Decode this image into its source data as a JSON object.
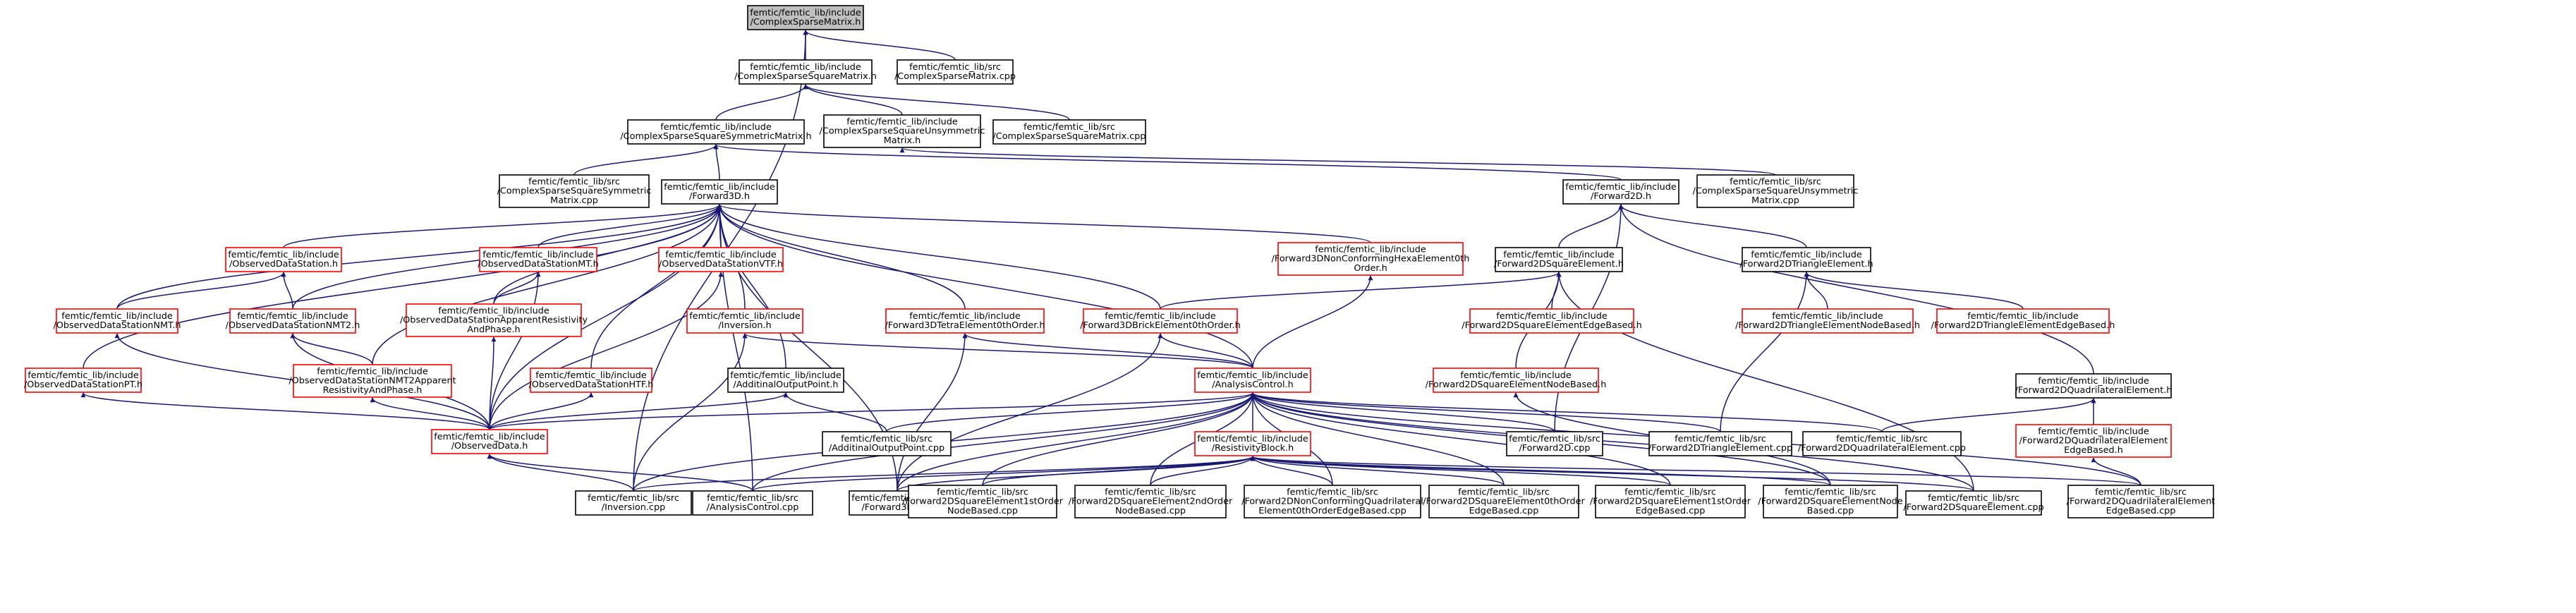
{
  "colors": {
    "edge": "#191970",
    "node_border_normal": "#000000",
    "node_border_truncated": "#ff0000",
    "node_fill": "#ffffff",
    "node_fill_focus": "#bfbfbf",
    "text": "#000000"
  },
  "nodes": [
    {
      "id": "csm_h",
      "lines": [
        "femtic/femtic_lib/include",
        "/ComplexSparseMatrix.h"
      ],
      "style": "focus"
    },
    {
      "id": "cssqm_h",
      "lines": [
        "femtic/femtic_lib/include",
        "/ComplexSparseSquareMatrix.h"
      ],
      "style": "normal"
    },
    {
      "id": "csm_cpp",
      "lines": [
        "femtic/femtic_lib/src",
        "/ComplexSparseMatrix.cpp"
      ],
      "style": "normal"
    },
    {
      "id": "csssym_h",
      "lines": [
        "femtic/femtic_lib/include",
        "/ComplexSparseSquareSymmetricMatrix.h"
      ],
      "style": "normal"
    },
    {
      "id": "cssunsym_h",
      "lines": [
        "femtic/femtic_lib/include",
        "/ComplexSparseSquareUnsymmetric",
        "Matrix.h"
      ],
      "style": "normal"
    },
    {
      "id": "cssqm_cpp",
      "lines": [
        "femtic/femtic_lib/src",
        "/ComplexSparseSquareMatrix.cpp"
      ],
      "style": "normal"
    },
    {
      "id": "csssym_cpp",
      "lines": [
        "femtic/femtic_lib/src",
        "/ComplexSparseSquareSymmetric",
        "Matrix.cpp"
      ],
      "style": "normal"
    },
    {
      "id": "fwd3d_h",
      "lines": [
        "femtic/femtic_lib/include",
        "/Forward3D.h"
      ],
      "style": "normal"
    },
    {
      "id": "fwd2d_h",
      "lines": [
        "femtic/femtic_lib/include",
        "/Forward2D.h"
      ],
      "style": "normal"
    },
    {
      "id": "cssunsym_cpp",
      "lines": [
        "femtic/femtic_lib/src",
        "/ComplexSparseSquareUnsymmetric",
        "Matrix.cpp"
      ],
      "style": "normal"
    },
    {
      "id": "ods_h",
      "lines": [
        "femtic/femtic_lib/include",
        "/ObservedDataStation.h"
      ],
      "style": "truncated"
    },
    {
      "id": "odsmt_h",
      "lines": [
        "femtic/femtic_lib/include",
        "/ObservedDataStationMT.h"
      ],
      "style": "truncated"
    },
    {
      "id": "odsvtf_h",
      "lines": [
        "femtic/femtic_lib/include",
        "/ObservedDataStationVTF.h"
      ],
      "style": "truncated"
    },
    {
      "id": "fwd3dhex_h",
      "lines": [
        "femtic/femtic_lib/include",
        "/Forward3DNonConformingHexaElement0th",
        "Order.h"
      ],
      "style": "truncated"
    },
    {
      "id": "fwd2dsq_h",
      "lines": [
        "femtic/femtic_lib/include",
        "/Forward2DSquareElement.h"
      ],
      "style": "normal"
    },
    {
      "id": "fwd2dtri_h",
      "lines": [
        "femtic/femtic_lib/include",
        "/Forward2DTriangleElement.h"
      ],
      "style": "normal"
    },
    {
      "id": "odsnmt_h",
      "lines": [
        "femtic/femtic_lib/include",
        "/ObservedDataStationNMT.h"
      ],
      "style": "truncated"
    },
    {
      "id": "odsnmt2_h",
      "lines": [
        "femtic/femtic_lib/include",
        "/ObservedDataStationNMT2.h"
      ],
      "style": "truncated"
    },
    {
      "id": "odsapp_h",
      "lines": [
        "femtic/femtic_lib/include",
        "/ObservedDataStationApparentResistivity",
        "AndPhase.h"
      ],
      "style": "truncated"
    },
    {
      "id": "inversion_h",
      "lines": [
        "femtic/femtic_lib/include",
        "/Inversion.h"
      ],
      "style": "truncated"
    },
    {
      "id": "fwd3dtetra_h",
      "lines": [
        "femtic/femtic_lib/include",
        "/Forward3DTetraElement0thOrder.h"
      ],
      "style": "truncated"
    },
    {
      "id": "fwd3dbrick_h",
      "lines": [
        "femtic/femtic_lib/include",
        "/Forward3DBrickElement0thOrder.h"
      ],
      "style": "truncated"
    },
    {
      "id": "fwd2dsqedge_h",
      "lines": [
        "femtic/femtic_lib/include",
        "/Forward2DSquareElementEdgeBased.h"
      ],
      "style": "truncated"
    },
    {
      "id": "fwd2dtrinode_h",
      "lines": [
        "femtic/femtic_lib/include",
        "/Forward2DTriangleElementNodeBased.h"
      ],
      "style": "truncated"
    },
    {
      "id": "fwd2dtriedge_h",
      "lines": [
        "femtic/femtic_lib/include",
        "/Forward2DTriangleElementEdgeBased.h"
      ],
      "style": "truncated"
    },
    {
      "id": "odspt_h",
      "lines": [
        "femtic/femtic_lib/include",
        "/ObservedDataStationPT.h"
      ],
      "style": "truncated"
    },
    {
      "id": "odsnmt2app_h",
      "lines": [
        "femtic/femtic_lib/include",
        "/ObservedDataStationNMT2Apparent",
        "ResistivityAndPhase.h"
      ],
      "style": "truncated"
    },
    {
      "id": "odshtf_h",
      "lines": [
        "femtic/femtic_lib/include",
        "/ObservedDataStationHTF.h"
      ],
      "style": "truncated"
    },
    {
      "id": "aop_h",
      "lines": [
        "femtic/femtic_lib/include",
        "/AdditinalOutputPoint.h"
      ],
      "style": "normal"
    },
    {
      "id": "ac_h",
      "lines": [
        "femtic/femtic_lib/include",
        "/AnalysisControl.h"
      ],
      "style": "truncated"
    },
    {
      "id": "fwd2dsqnode_h",
      "lines": [
        "femtic/femtic_lib/include",
        "/Forward2DSquareElementNodeBased.h"
      ],
      "style": "truncated"
    },
    {
      "id": "fwd2dquad_h",
      "lines": [
        "femtic/femtic_lib/include",
        "/Forward2DQuadrilateralElement.h"
      ],
      "style": "normal"
    },
    {
      "id": "od_h",
      "lines": [
        "femtic/femtic_lib/include",
        "/ObservedData.h"
      ],
      "style": "truncated"
    },
    {
      "id": "aop_cpp",
      "lines": [
        "femtic/femtic_lib/src",
        "/AdditinalOutputPoint.cpp"
      ],
      "style": "normal"
    },
    {
      "id": "rb_h",
      "lines": [
        "femtic/femtic_lib/include",
        "/ResistivityBlock.h"
      ],
      "style": "truncated"
    },
    {
      "id": "fwd2d_cpp",
      "lines": [
        "femtic/femtic_lib/src",
        "/Forward2D.cpp"
      ],
      "style": "normal"
    },
    {
      "id": "fwd2dtri_cpp",
      "lines": [
        "femtic/femtic_lib/src",
        "/Forward2DTriangleElement.cpp"
      ],
      "style": "normal"
    },
    {
      "id": "fwd2dquad_cpp",
      "lines": [
        "femtic/femtic_lib/src",
        "/Forward2DQuadrilateralElement.cpp"
      ],
      "style": "normal"
    },
    {
      "id": "fwd2dquadedge_h",
      "lines": [
        "femtic/femtic_lib/include",
        "/Forward2DQuadrilateralElement",
        "EdgeBased.h"
      ],
      "style": "truncated"
    },
    {
      "id": "inversion_cpp",
      "lines": [
        "femtic/femtic_lib/src",
        "/Inversion.cpp"
      ],
      "style": "normal"
    },
    {
      "id": "ac_cpp",
      "lines": [
        "femtic/femtic_lib/src",
        "/AnalysisControl.cpp"
      ],
      "style": "normal"
    },
    {
      "id": "fwd3d_cpp",
      "lines": [
        "femtic/femtic_lib/src",
        "/Forward3D.cpp"
      ],
      "style": "normal"
    },
    {
      "id": "fwd2dsq1node_cpp",
      "lines": [
        "femtic/femtic_lib/src",
        "/Forward2DSquareElement1stOrder",
        "NodeBased.cpp"
      ],
      "style": "normal"
    },
    {
      "id": "fwd2dsq2node_cpp",
      "lines": [
        "femtic/femtic_lib/src",
        "/Forward2DSquareElement2ndOrder",
        "NodeBased.cpp"
      ],
      "style": "normal"
    },
    {
      "id": "fwd2dnonconf_cpp",
      "lines": [
        "femtic/femtic_lib/src",
        "/Forward2DNonConformingQuadrilateral",
        "Element0thOrderEdgeBased.cpp"
      ],
      "style": "normal"
    },
    {
      "id": "fwd2dsq0edge_cpp",
      "lines": [
        "femtic/femtic_lib/src",
        "/Forward2DSquareElement0thOrder",
        "EdgeBased.cpp"
      ],
      "style": "normal"
    },
    {
      "id": "fwd2dsq1edge_cpp",
      "lines": [
        "femtic/femtic_lib/src",
        "/Forward2DSquareElement1stOrder",
        "EdgeBased.cpp"
      ],
      "style": "normal"
    },
    {
      "id": "fwd2dsqnode_cpp",
      "lines": [
        "femtic/femtic_lib/src",
        "/Forward2DSquareElementNode",
        "Based.cpp"
      ],
      "style": "normal"
    },
    {
      "id": "fwd2dsq_cpp",
      "lines": [
        "femtic/femtic_lib/src",
        "/Forward2DSquareElement.cpp"
      ],
      "style": "normal"
    },
    {
      "id": "fwd2dquadedge_cpp",
      "lines": [
        "femtic/femtic_lib/src",
        "/Forward2DQuadrilateralElement",
        "EdgeBased.cpp"
      ],
      "style": "normal"
    }
  ],
  "edges": [
    [
      "cssqm_h",
      "csm_h"
    ],
    [
      "csm_cpp",
      "csm_h"
    ],
    [
      "inversion_cpp",
      "csm_h"
    ],
    [
      "csssym_h",
      "cssqm_h"
    ],
    [
      "cssunsym_h",
      "cssqm_h"
    ],
    [
      "cssqm_cpp",
      "cssqm_h"
    ],
    [
      "csssym_cpp",
      "csssym_h"
    ],
    [
      "fwd3d_h",
      "csssym_h"
    ],
    [
      "fwd2d_h",
      "csssym_h"
    ],
    [
      "cssunsym_cpp",
      "cssunsym_h"
    ],
    [
      "ods_h",
      "fwd3d_h"
    ],
    [
      "odsmt_h",
      "fwd3d_h"
    ],
    [
      "odsvtf_h",
      "fwd3d_h"
    ],
    [
      "fwd3dhex_h",
      "fwd3d_h"
    ],
    [
      "odsnmt_h",
      "fwd3d_h"
    ],
    [
      "odsnmt2_h",
      "fwd3d_h"
    ],
    [
      "odsapp_h",
      "fwd3d_h"
    ],
    [
      "inversion_h",
      "fwd3d_h"
    ],
    [
      "fwd3dtetra_h",
      "fwd3d_h"
    ],
    [
      "fwd3dbrick_h",
      "fwd3d_h"
    ],
    [
      "odspt_h",
      "fwd3d_h"
    ],
    [
      "odsnmt2app_h",
      "fwd3d_h"
    ],
    [
      "odshtf_h",
      "fwd3d_h"
    ],
    [
      "aop_h",
      "fwd3d_h"
    ],
    [
      "ac_h",
      "fwd3d_h"
    ],
    [
      "od_h",
      "fwd3d_h"
    ],
    [
      "ac_cpp",
      "fwd3d_h"
    ],
    [
      "fwd3d_cpp",
      "fwd3d_h"
    ],
    [
      "fwd2dsq_h",
      "fwd2d_h"
    ],
    [
      "fwd2dtri_h",
      "fwd2d_h"
    ],
    [
      "fwd2dquad_h",
      "fwd2d_h"
    ],
    [
      "fwd2d_cpp",
      "fwd2d_h"
    ],
    [
      "odsnmt_h",
      "ods_h"
    ],
    [
      "odsnmt2_h",
      "ods_h"
    ],
    [
      "odsapp_h",
      "odsmt_h"
    ],
    [
      "od_h",
      "odsmt_h"
    ],
    [
      "od_h",
      "odsvtf_h"
    ],
    [
      "ac_h",
      "fwd3dhex_h"
    ],
    [
      "fwd3dbrick_h",
      "fwd2dsq_h"
    ],
    [
      "fwd2dsqedge_h",
      "fwd2dsq_h"
    ],
    [
      "fwd2dsqnode_h",
      "fwd2dsq_h"
    ],
    [
      "fwd2dsq_cpp",
      "fwd2dsq_h"
    ],
    [
      "fwd2dtrinode_h",
      "fwd2dtri_h"
    ],
    [
      "fwd2dtriedge_h",
      "fwd2dtri_h"
    ],
    [
      "fwd2dtri_cpp",
      "fwd2dtri_h"
    ],
    [
      "od_h",
      "odsnmt_h"
    ],
    [
      "odsnmt2app_h",
      "odsnmt2_h"
    ],
    [
      "od_h",
      "odsnmt2_h"
    ],
    [
      "od_h",
      "odsapp_h"
    ],
    [
      "ac_h",
      "inversion_h"
    ],
    [
      "inversion_cpp",
      "inversion_h"
    ],
    [
      "ac_h",
      "fwd3dtetra_h"
    ],
    [
      "fwd3d_cpp",
      "fwd3dtetra_h"
    ],
    [
      "ac_h",
      "fwd3dbrick_h"
    ],
    [
      "fwd3d_cpp",
      "fwd3dbrick_h"
    ],
    [
      "od_h",
      "odspt_h"
    ],
    [
      "od_h",
      "odsnmt2app_h"
    ],
    [
      "od_h",
      "odshtf_h"
    ],
    [
      "od_h",
      "aop_h"
    ],
    [
      "aop_cpp",
      "aop_h"
    ],
    [
      "od_h",
      "ac_h"
    ],
    [
      "aop_cpp",
      "ac_h"
    ],
    [
      "rb_h",
      "ac_h"
    ],
    [
      "fwd2d_cpp",
      "ac_h"
    ],
    [
      "fwd2dtri_cpp",
      "ac_h"
    ],
    [
      "fwd2dquad_cpp",
      "ac_h"
    ],
    [
      "inversion_cpp",
      "ac_h"
    ],
    [
      "ac_cpp",
      "ac_h"
    ],
    [
      "fwd3d_cpp",
      "ac_h"
    ],
    [
      "fwd2dsq1node_cpp",
      "ac_h"
    ],
    [
      "fwd2dsq2node_cpp",
      "ac_h"
    ],
    [
      "fwd2dnonconf_cpp",
      "ac_h"
    ],
    [
      "fwd2dsq0edge_cpp",
      "ac_h"
    ],
    [
      "fwd2dsq1edge_cpp",
      "ac_h"
    ],
    [
      "fwd2dsqnode_cpp",
      "ac_h"
    ],
    [
      "fwd2dsq_cpp",
      "ac_h"
    ],
    [
      "fwd2dquadedge_cpp",
      "ac_h"
    ],
    [
      "fwd2dsqnode_cpp",
      "fwd2dsqnode_h"
    ],
    [
      "fwd2dquad_cpp",
      "fwd2dquad_h"
    ],
    [
      "fwd2dquadedge_h",
      "fwd2dquad_h"
    ],
    [
      "inversion_cpp",
      "od_h"
    ],
    [
      "ac_cpp",
      "od_h"
    ],
    [
      "inversion_cpp",
      "rb_h"
    ],
    [
      "ac_cpp",
      "rb_h"
    ],
    [
      "fwd3d_cpp",
      "rb_h"
    ],
    [
      "fwd2dsq1node_cpp",
      "rb_h"
    ],
    [
      "fwd2dsq2node_cpp",
      "rb_h"
    ],
    [
      "fwd2dnonconf_cpp",
      "rb_h"
    ],
    [
      "fwd2dsq0edge_cpp",
      "rb_h"
    ],
    [
      "fwd2dsq1edge_cpp",
      "rb_h"
    ],
    [
      "fwd2dsqnode_cpp",
      "rb_h"
    ],
    [
      "fwd2dsq_cpp",
      "rb_h"
    ],
    [
      "fwd2dquadedge_cpp",
      "rb_h"
    ],
    [
      "fwd2dquadedge_cpp",
      "fwd2dquadedge_h"
    ]
  ]
}
